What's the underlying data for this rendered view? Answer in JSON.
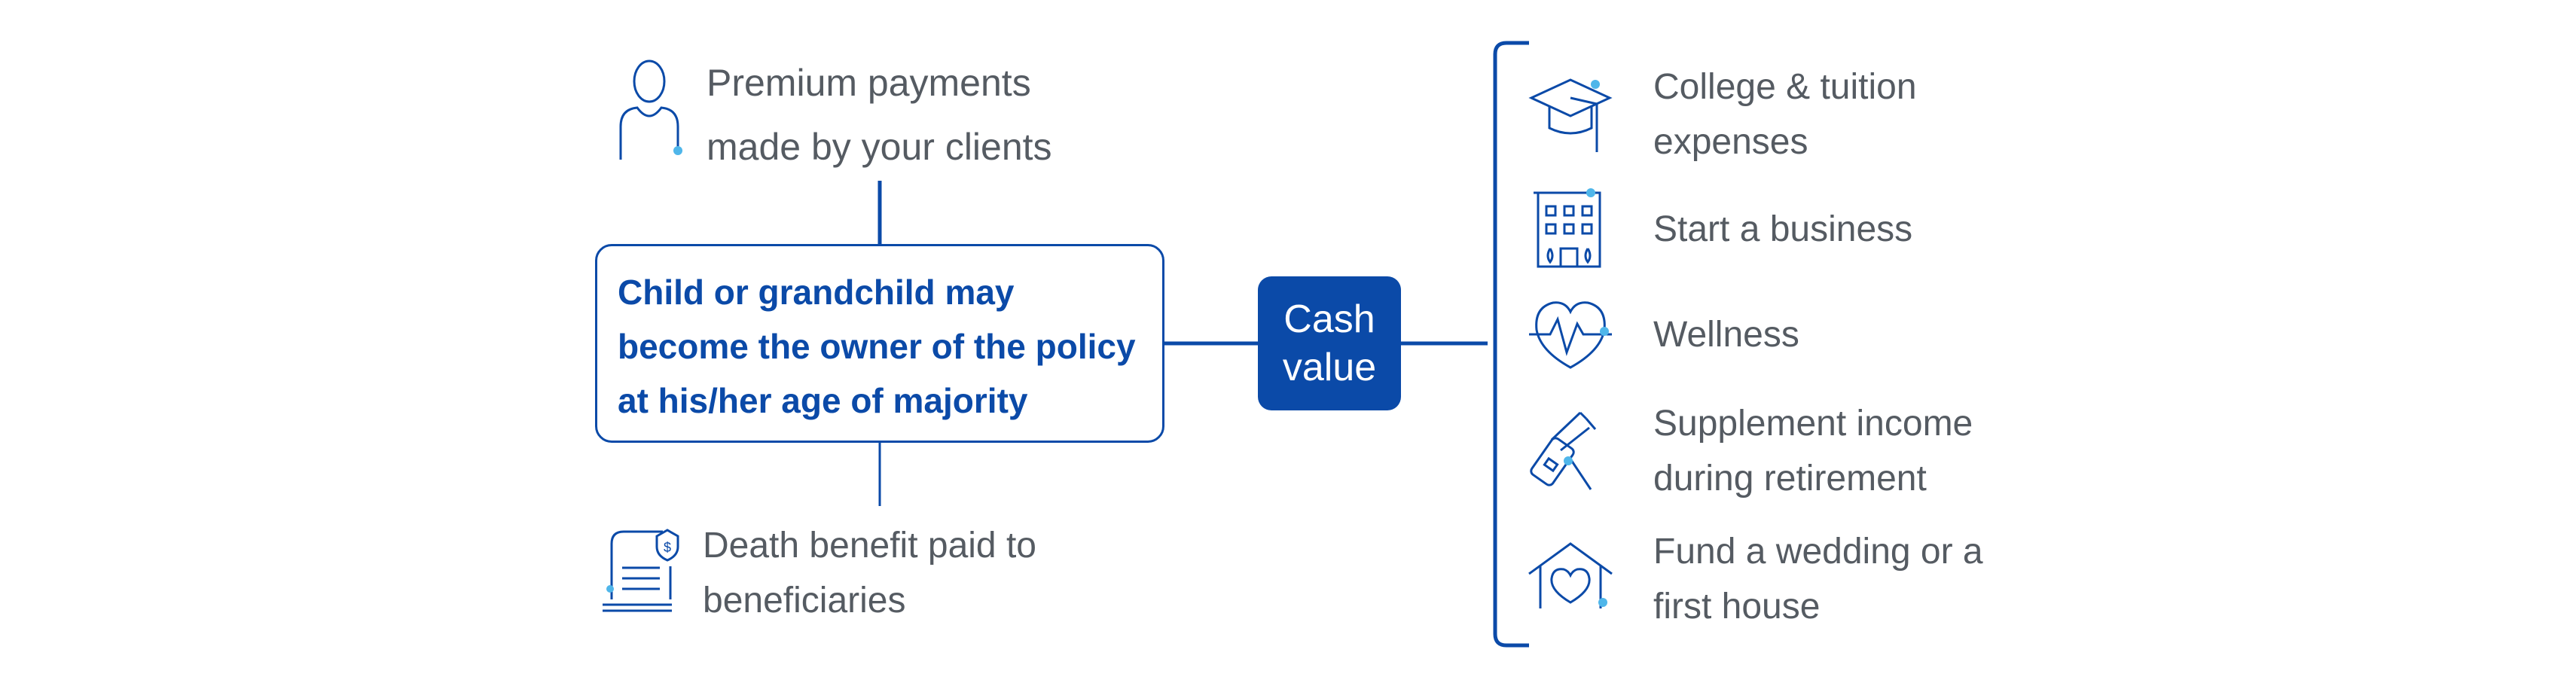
{
  "top_label": {
    "line1": "Premium payments",
    "line2": "made by your clients"
  },
  "policy_box": {
    "line1": "Child or grandchild may",
    "line2": "become the owner of the policy",
    "line3": "at his/her age of majority"
  },
  "bottom_label": {
    "line1": "Death benefit paid to",
    "line2": "beneficiaries"
  },
  "cash_value": {
    "line1": "Cash",
    "line2": "value"
  },
  "uses": [
    {
      "icon": "graduation-cap-icon",
      "line1": "College & tuition",
      "line2": "expenses"
    },
    {
      "icon": "office-building-icon",
      "line1": "Start a business",
      "line2": ""
    },
    {
      "icon": "heartbeat-icon",
      "line1": "Wellness",
      "line2": ""
    },
    {
      "icon": "golf-bag-icon",
      "line1": "Supplement income",
      "line2": "during retirement"
    },
    {
      "icon": "house-heart-icon",
      "line1": "Fund a wedding or a",
      "line2": "first house"
    }
  ],
  "colors": {
    "primary": "#0b4aa8",
    "accent": "#4fb6ea",
    "text": "#555b62",
    "background": "#ffffff"
  }
}
